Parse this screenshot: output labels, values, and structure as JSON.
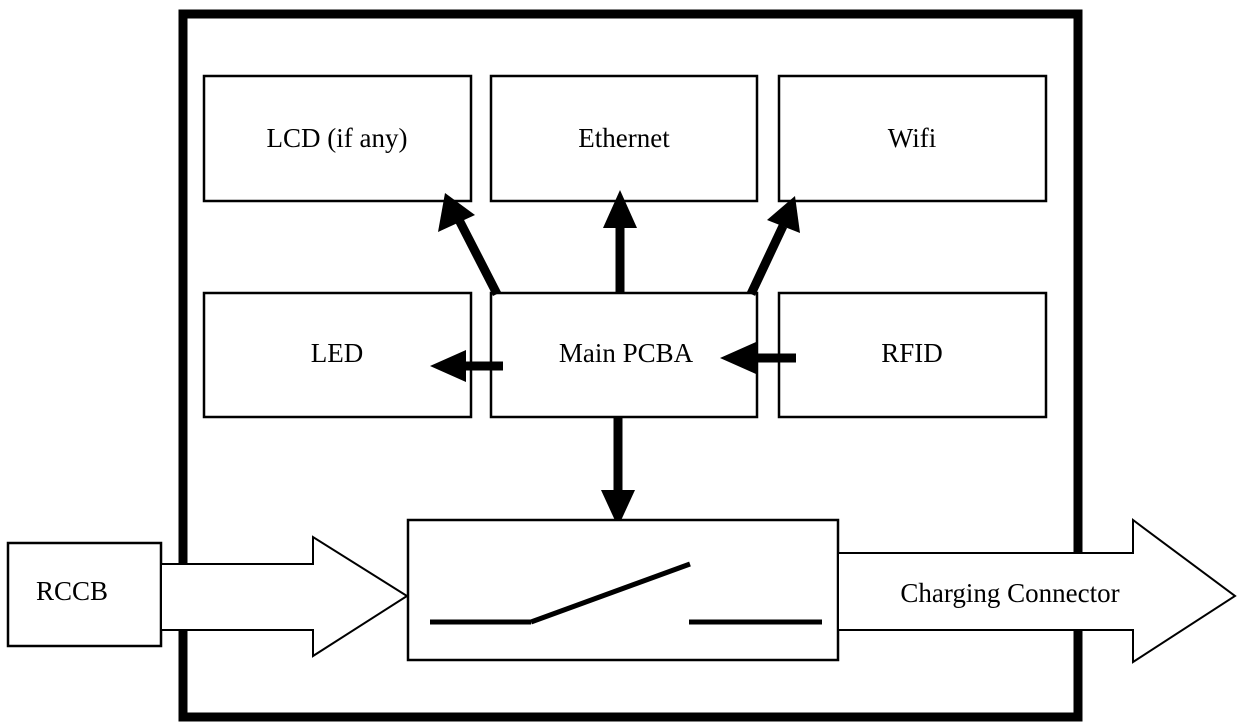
{
  "diagram": {
    "blocks": {
      "lcd": "LCD (if any)",
      "ethernet": "Ethernet",
      "wifi": "Wifi",
      "led": "LED",
      "main": "Main PCBA",
      "rfid": "RFID",
      "rccb": "RCCB",
      "charging_connector": "Charging Connector"
    },
    "colors": {
      "stroke": "#000000",
      "fill": "#ffffff"
    }
  }
}
